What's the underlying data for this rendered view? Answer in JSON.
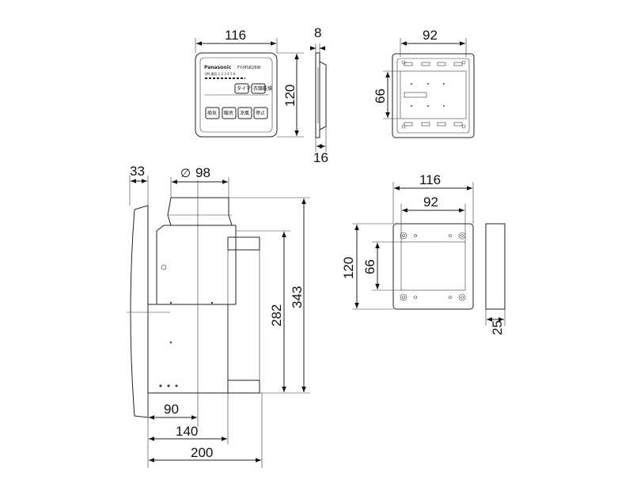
{
  "panel_front": {
    "brand": "Panasonic",
    "model": "FY-MSR26W",
    "indicator_labels": "ON 換気 1 2 3 4 5 6",
    "btn_timer": "タイマ",
    "btn_dry": "衣類乾燥",
    "btn_ventilate": "換気",
    "btn_heat": "暖房",
    "btn_cool": "涼風",
    "btn_stop": "停止",
    "dim_width": "116",
    "dim_height": "120"
  },
  "panel_side": {
    "dim_thickness": "8",
    "dim_depth": "16"
  },
  "mount_plate": {
    "dim_width": "92",
    "dim_height": "66"
  },
  "unit_side": {
    "dim_protrusion": "33",
    "dim_duct": "98",
    "duct_symbol": "∅",
    "dim_inner_height": "282",
    "dim_total_height": "343",
    "dim_90": "90",
    "dim_140": "140",
    "dim_200": "200"
  },
  "bracket_front": {
    "dim_width_outer": "116",
    "dim_width_inner": "92",
    "dim_height_outer": "120",
    "dim_height_inner": "66"
  },
  "bracket_side": {
    "dim_depth": "25"
  }
}
